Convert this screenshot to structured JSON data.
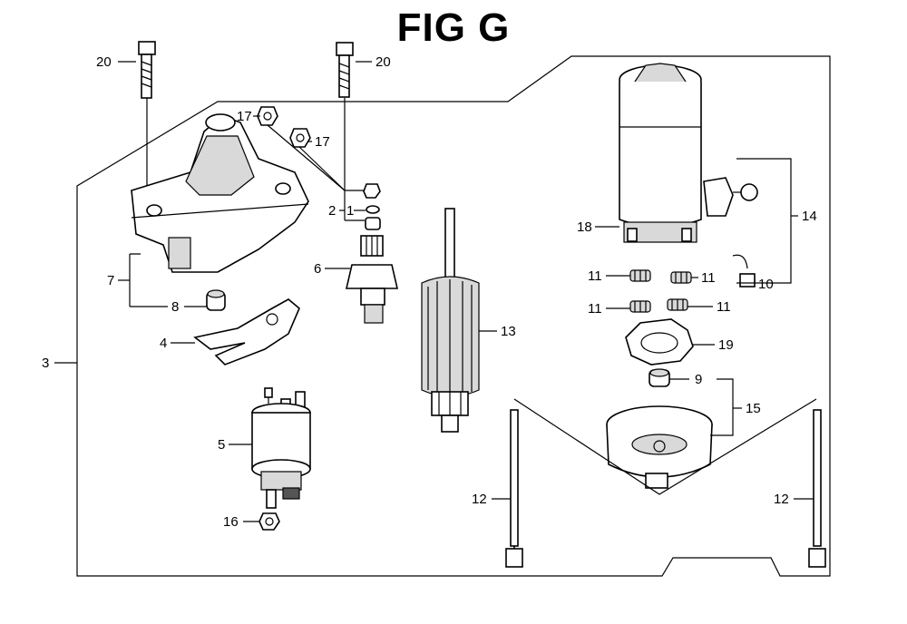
{
  "title": "FIG G",
  "callouts": {
    "c1": "1",
    "c2": "2",
    "c3": "3",
    "c4": "4",
    "c5": "5",
    "c6": "6",
    "c7": "7",
    "c8": "8",
    "c9": "9",
    "c10": "10",
    "c11a": "11",
    "c11b": "11",
    "c11c": "11",
    "c11d": "11",
    "c12a": "12",
    "c12b": "12",
    "c13": "13",
    "c14": "14",
    "c15": "15",
    "c16": "16",
    "c17a": "17",
    "c17b": "17",
    "c18": "18",
    "c19": "19",
    "c20a": "20",
    "c20b": "20"
  }
}
